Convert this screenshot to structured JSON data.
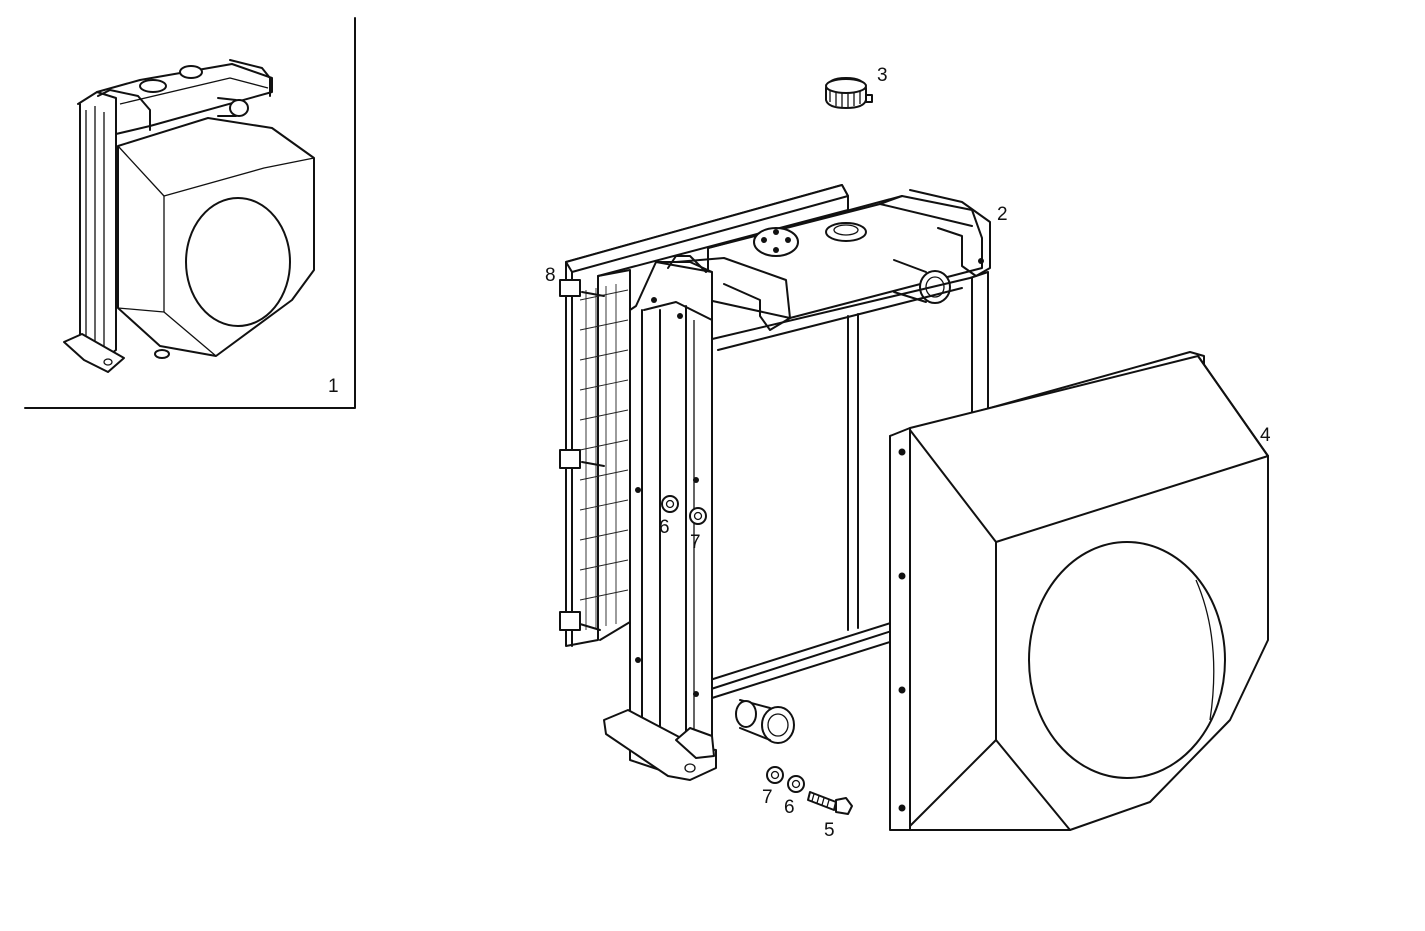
{
  "inset": {
    "label": "1"
  },
  "callouts": {
    "radiator": "2",
    "filler_cap": "3",
    "fan_shroud": "4",
    "bolt": "5",
    "washer_upper": "6",
    "nut_upper": "7",
    "washer_lower": "6",
    "nut_lower": "7",
    "screen": "8"
  }
}
